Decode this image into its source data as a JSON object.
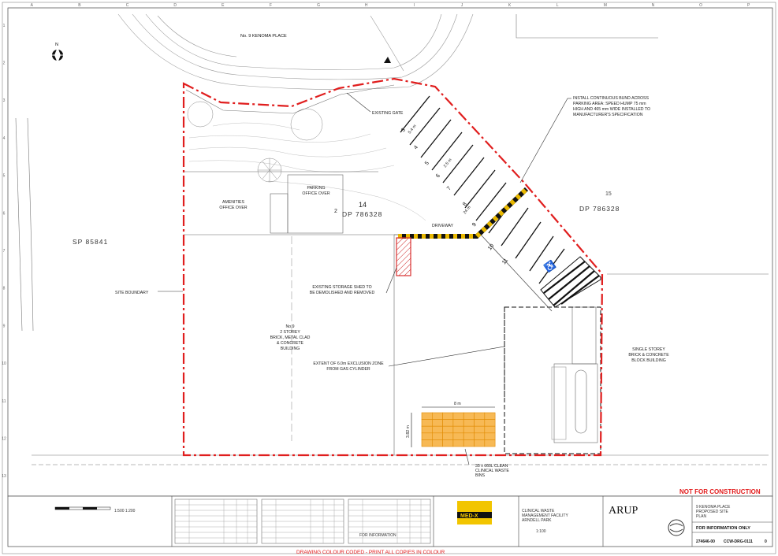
{
  "site": {
    "north_label": "N",
    "street_label": "No. 9 KENOMA PLACE",
    "lot_number": "14",
    "lot_dp": "DP 786328",
    "neighbour_dp_east": "DP 786328",
    "neighbour_lot_east": "15",
    "neighbour_sp_west": "SP 85841",
    "building_main": [
      "No.9",
      "2 STOREY",
      "BRICK, METAL CLAD",
      "& CONCRETE",
      "BUILDING"
    ],
    "building_east": [
      "SINGLE STOREY",
      "BRICK & CONCRETE",
      "BLOCK BUILDING"
    ],
    "amenities": [
      "AMENITIES",
      "OFFICE OVER"
    ],
    "parking_office": [
      "PARKING",
      "OFFICE OVER"
    ],
    "driveway": "DRIVEWAY",
    "existing_gate": "EXISTING GATE",
    "site_boundary": "SITE BOUNDARY",
    "storage_shed": [
      "EXISTING STORAGE SHED TO",
      "BE DEMOLISHED AND REMOVED"
    ],
    "exclusion_zone": [
      "EXTENT OF 6.0m EXCLUSION ZONE",
      "FROM GAS CYLINDER"
    ],
    "bund_note": [
      "INSTALL CONTINUOUS BUND ACROSS",
      "PARKING AREA: SPEED HUMP 75 mm",
      "HIGH AND 465 mm WIDE INSTALLED TO",
      "MANUFACTURER'S SPECIFICATION"
    ],
    "bins_note": [
      "35 x 660L CLEAN",
      "CLINICAL WASTE",
      "BINS"
    ],
    "bins_dim_w": "8 m",
    "bins_dim_h": "3.82 m",
    "parking_numbers": [
      "3",
      "4",
      "5",
      "6",
      "7",
      "8",
      "9",
      "10",
      "11"
    ],
    "parking_dim_a": "5.4 m",
    "parking_dim_b": "2.5 m",
    "parking_dim_c": "24 m",
    "num_2": "2"
  },
  "grid": {
    "columns": [
      "A",
      "B",
      "C",
      "D",
      "E",
      "F",
      "G",
      "H",
      "I",
      "J",
      "K",
      "L",
      "M",
      "N",
      "O",
      "P"
    ],
    "rows": [
      "1",
      "2",
      "3",
      "4",
      "5",
      "6",
      "7",
      "8",
      "9",
      "10",
      "11",
      "12",
      "13"
    ]
  },
  "title_block": {
    "not_for_construction": "NOT FOR CONSTRUCTION",
    "job_title": [
      "CLINICAL WASTE",
      "MANAGEMENT FACILITY",
      "ARNDELL PARK"
    ],
    "drawing_title": [
      "9 KENOMA PLACE",
      "PROPOSED SITE",
      "PLAN"
    ],
    "status": "FOR INFORMATION ONLY",
    "job_no": "274646-00",
    "drawing_no": "CCW-DRG-0111",
    "revision": "0",
    "firm": "ARUP",
    "client_logo": "MED-X",
    "scale_label": "1:100",
    "scale_text": "1:500 1:200",
    "for_information": "FOR INFORMATION",
    "footer_note": "DRAWING COLOUR CODED - PRINT ALL COPIES IN COLOUR"
  },
  "colors": {
    "boundary": "#e01e1e",
    "bund": "#e8b800",
    "bins": "#f7b955",
    "shed": "#d93030"
  }
}
